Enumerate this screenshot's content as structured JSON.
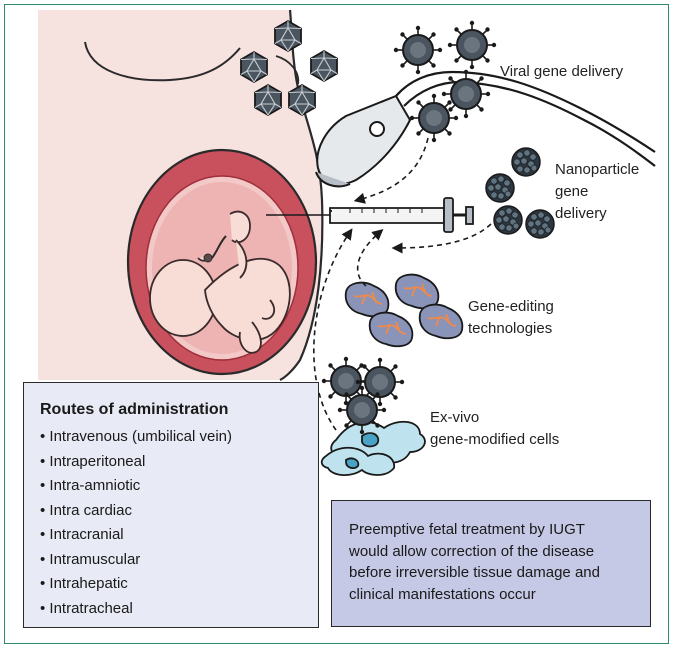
{
  "labels": {
    "viral": "Viral gene delivery",
    "nano_1": "Nanoparticle",
    "nano_2": "gene",
    "nano_3": "delivery",
    "editing_1": "Gene-editing",
    "editing_2": "technologies",
    "exvivo_1": "Ex-vivo",
    "exvivo_2": "gene-modified cells"
  },
  "routes": {
    "title": "Routes of administration",
    "items": [
      "Intravenous (umbilical vein)",
      "Intraperitoneal",
      "Intra-amniotic",
      "Intra cardiac",
      "Intracranial",
      "Intramuscular",
      "Intrahepatic",
      "Intratracheal"
    ]
  },
  "note": {
    "lines": [
      "Preemptive fetal treatment by IUGT",
      "would allow correction of the disease",
      "before irreversible tissue damage and",
      "clinical manifestations occur"
    ]
  },
  "colors": {
    "frame": "#2e8a6e",
    "skin": "#f6e3df",
    "uterus": "#c8515d",
    "fetus": "#f8dcd6",
    "virus": "#4a5560",
    "edit_protein": "#8a93b8",
    "cells": "#bfe3ee",
    "routes_bg": "#e8eaf5",
    "note_bg": "#c5c9e6"
  }
}
